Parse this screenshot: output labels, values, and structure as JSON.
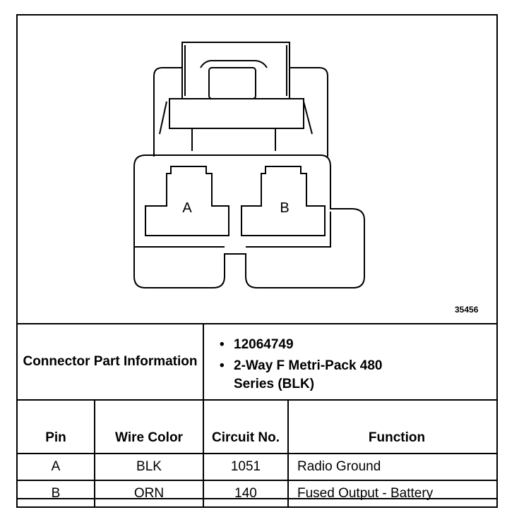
{
  "figure_number": "35456",
  "connector": {
    "pin_labels": [
      "A",
      "B"
    ]
  },
  "info": {
    "label": "Connector Part Information",
    "items": [
      "12064749",
      "2-Way F Metri-Pack 480 Series (BLK)"
    ]
  },
  "pin_table": {
    "headers": {
      "pin": "Pin",
      "wire_color": "Wire Color",
      "circuit": "Circuit No.",
      "function": "Function"
    },
    "rows": [
      {
        "pin": "A",
        "wire_color": "BLK",
        "circuit": "1051",
        "function": "Radio Ground"
      },
      {
        "pin": "B",
        "wire_color": "ORN",
        "circuit": "140",
        "function": "Fused Output - Battery"
      }
    ]
  }
}
